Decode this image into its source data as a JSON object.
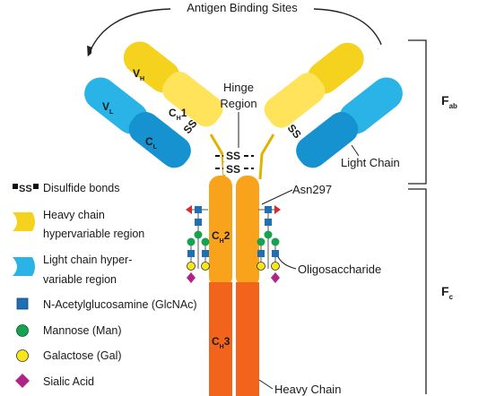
{
  "diagram": {
    "top_label": "Antigen Binding Sites",
    "hinge_label_line1": "Hinge",
    "hinge_label_line2": "Region",
    "light_chain_label": "Light Chain",
    "asn_label": "Asn297",
    "oligo_label": "Oligosaccharide",
    "heavy_chain_label": "Heavy Chain",
    "ss_text": "SS",
    "fab": {
      "main": "F",
      "sub": "ab"
    },
    "fc": {
      "main": "F",
      "sub": "c"
    },
    "domains": {
      "vh": {
        "main": "V",
        "sub": "H"
      },
      "vl": {
        "main": "V",
        "sub": "L"
      },
      "ch1": {
        "main": "C",
        "sub": "H",
        "suffix": "1"
      },
      "cl": {
        "main": "C",
        "sub": "L"
      },
      "ch2": {
        "main": "C",
        "sub": "H",
        "suffix": "2"
      },
      "ch3": {
        "main": "C",
        "sub": "H",
        "suffix": "3"
      }
    }
  },
  "legend": {
    "disulfide": "Disulfide bonds",
    "heavy_hv_line1": "Heavy chain",
    "heavy_hv_line2": "hypervariable region",
    "light_hv_line1": "Light chain hyper-",
    "light_hv_line2": "variable region",
    "glcnac": "N-Acetylglucosamine (GlcNAc)",
    "mannose": "Mannose (Man)",
    "galactose": "Galactose (Gal)",
    "sialic": "Sialic Acid"
  },
  "colors": {
    "heavy_variable": "#f5d21e",
    "heavy_constant": "#ffe35a",
    "light_variable": "#29b3e6",
    "light_constant": "#1592cf",
    "ch2": "#f9a21b",
    "ch3": "#f2641c",
    "glcnac": "#1f6fb5",
    "mannose": "#17a251",
    "galactose": "#f7e718",
    "sialic": "#b0248a",
    "fucose": "#d62c2c"
  }
}
